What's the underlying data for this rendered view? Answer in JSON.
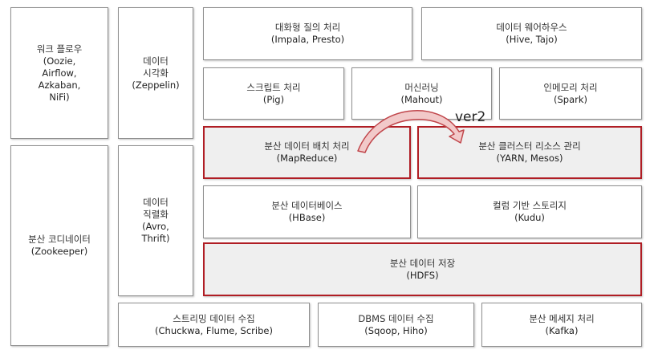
{
  "boxes": {
    "workflow": {
      "title": "워크 플로우",
      "sub": "(Oozie,\nAirflow,\nAzkaban,\nNiFi)"
    },
    "visualization": {
      "title": "데이터\n시각화",
      "sub": "(Zeppelin)"
    },
    "interactive_query": {
      "title": "대화형 질의 처리",
      "sub": "(Impala, Presto)"
    },
    "data_warehouse": {
      "title": "데이터 웨어하우스",
      "sub": "(Hive, Tajo)"
    },
    "script": {
      "title": "스크립트 처리",
      "sub": "(Pig)"
    },
    "machine_learning": {
      "title": "머신러닝",
      "sub": "(Mahout)"
    },
    "in_memory": {
      "title": "인메모리 처리",
      "sub": "(Spark)"
    },
    "batch": {
      "title": "분산 데이터 배치 처리",
      "sub": "(MapReduce)"
    },
    "resource_mgmt": {
      "title": "분산 클러스터 리소스 관리",
      "sub": "(YARN, Mesos)"
    },
    "coordinator": {
      "title": "분산 코디네이터",
      "sub": "(Zookeeper)"
    },
    "serialization": {
      "title": "데이터\n직렬화",
      "sub": "(Avro,\nThrift)"
    },
    "database": {
      "title": "분산 데이터베이스",
      "sub": "(HBase)"
    },
    "columnar": {
      "title": "컬럼 기반 스토리지",
      "sub": "(Kudu)"
    },
    "storage": {
      "title": "분산 데이터 저장",
      "sub": "(HDFS)"
    },
    "streaming": {
      "title": "스트리밍 데이터 수집",
      "sub": "(Chuckwa, Flume, Scribe)"
    },
    "dbms_ingest": {
      "title": "DBMS 데이터 수집",
      "sub": "(Sqoop, Hiho)"
    },
    "messaging": {
      "title": "분산 메세지 처리",
      "sub": "(Kafka)"
    }
  },
  "arrow_label": "ver2",
  "colors": {
    "highlight_border": "#b01d24",
    "highlight_fill": "#efefef",
    "arrow_fill": "#f2c9c9",
    "arrow_stroke": "#c0454a"
  }
}
